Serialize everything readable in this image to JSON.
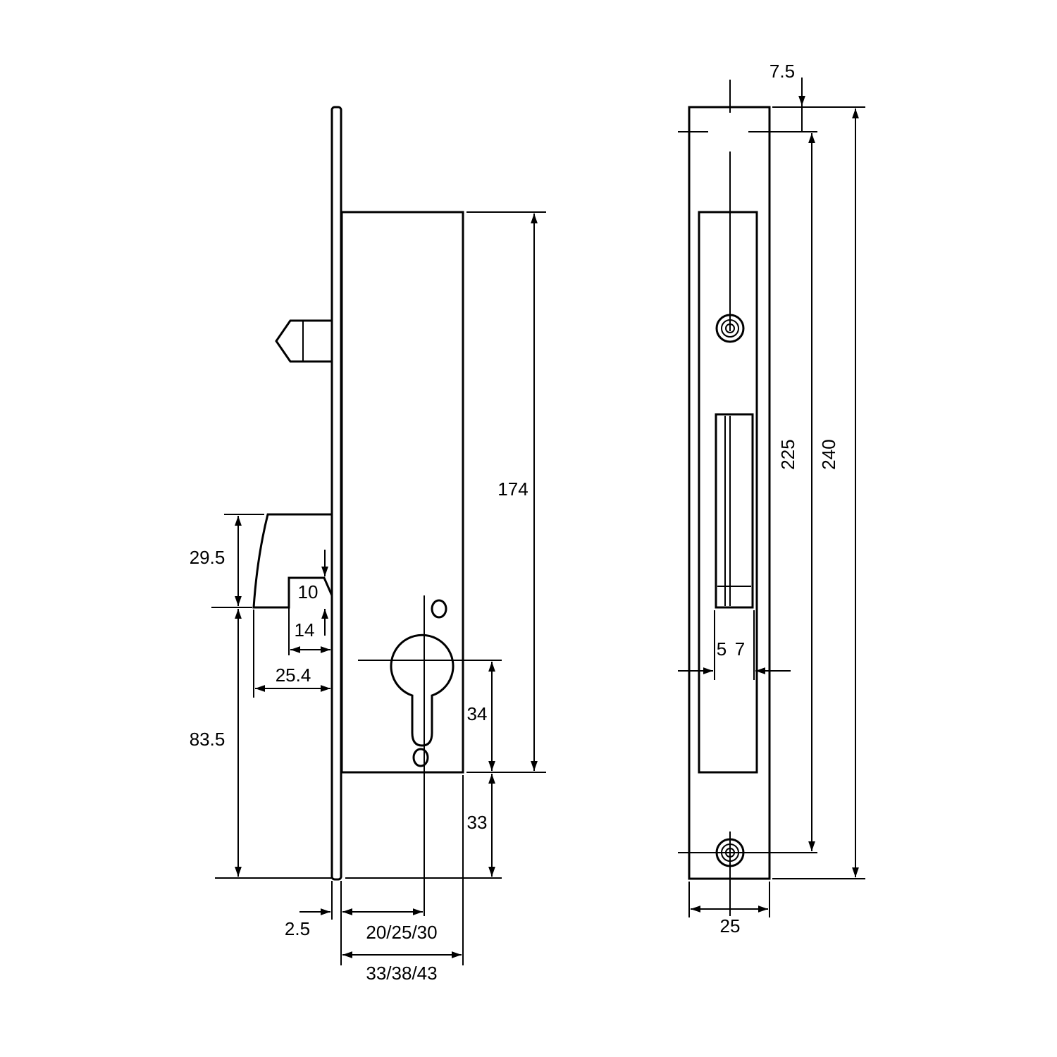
{
  "dimensions": {
    "body_height": "174",
    "latch_height": "29.5",
    "latch_step": "10",
    "latch_gap": "14",
    "latch_projection": "25.4",
    "latch_to_bottom": "83.5",
    "cylinder_span": "34",
    "cylinder_to_bottom": "33",
    "faceplate_thickness": "2.5",
    "backset": "20/25/30",
    "case_depth": "33/38/43",
    "screw_offset": "7.5",
    "screw_spacing": "225",
    "faceplate_length": "240",
    "slot_a": "5",
    "slot_b": "7",
    "faceplate_width": "25"
  }
}
